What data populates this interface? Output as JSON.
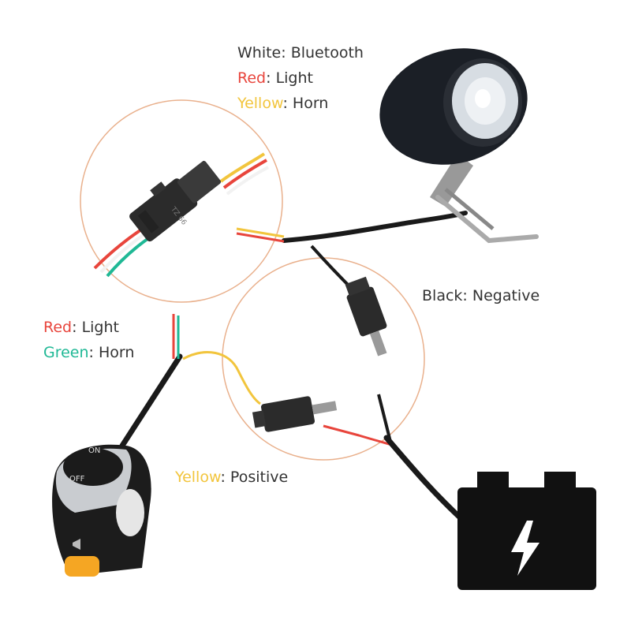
{
  "labels": {
    "headlight_wires": [
      {
        "color_word": "White",
        "sep": ": ",
        "meaning": "Bluetooth",
        "word_color": "#333333"
      },
      {
        "color_word": "Red",
        "sep": ": ",
        "meaning": "Light",
        "word_color": "#e8453c"
      },
      {
        "color_word": "Yellow",
        "sep": ": ",
        "meaning": "Horn",
        "word_color": "#f2c53d"
      }
    ],
    "switch_wires": [
      {
        "color_word": "Red",
        "sep": ": ",
        "meaning": "Light",
        "word_color": "#e8453c"
      },
      {
        "color_word": "Green",
        "sep": ": ",
        "meaning": "Horn",
        "word_color": "#1fb895"
      }
    ],
    "negative": {
      "color_word": "Black",
      "sep": ": ",
      "meaning": "Negative",
      "word_color": "#333333"
    },
    "positive": {
      "color_word": "Yellow",
      "sep": ": ",
      "meaning": "Positive",
      "word_color": "#f2c53d"
    }
  },
  "switch_marks": {
    "on": "ON",
    "off": "OFF"
  },
  "connector_mark": "TZ 66",
  "colors": {
    "circle_outline": "#e9b08c",
    "wire_red": "#e8453c",
    "wire_yellow": "#f2c53d",
    "wire_green": "#1fb895",
    "wire_white": "#f2f2f2",
    "wire_black": "#1a1a1a",
    "battery": "#111111",
    "switch_button": "#f5a623"
  },
  "icons": [
    "headlight-icon",
    "battery-icon",
    "lightning-bolt-icon",
    "handlebar-switch-icon",
    "horn-icon"
  ]
}
